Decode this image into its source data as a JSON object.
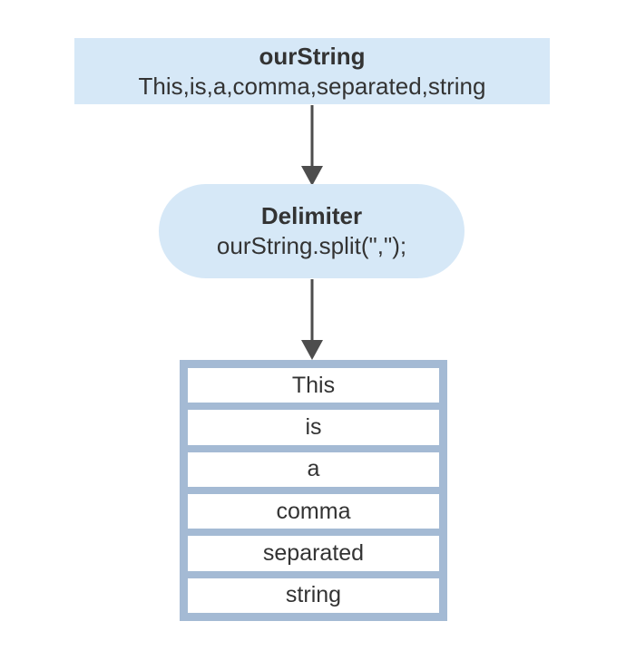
{
  "diagram": {
    "source_box": {
      "title": "ourString",
      "value": "This,is,a,comma,separated,string"
    },
    "delimiter_box": {
      "title": "Delimiter",
      "code": "ourString.split(\",\");"
    },
    "result_list": {
      "items": [
        "This",
        "is",
        "a",
        "comma",
        "separated",
        "string"
      ]
    }
  },
  "colors": {
    "node_fill": "#d6e8f7",
    "table_border": "#a4bad4",
    "arrow": "#4d4d4d",
    "text": "#333333",
    "background": "#ffffff",
    "cell_fill": "#ffffff"
  }
}
